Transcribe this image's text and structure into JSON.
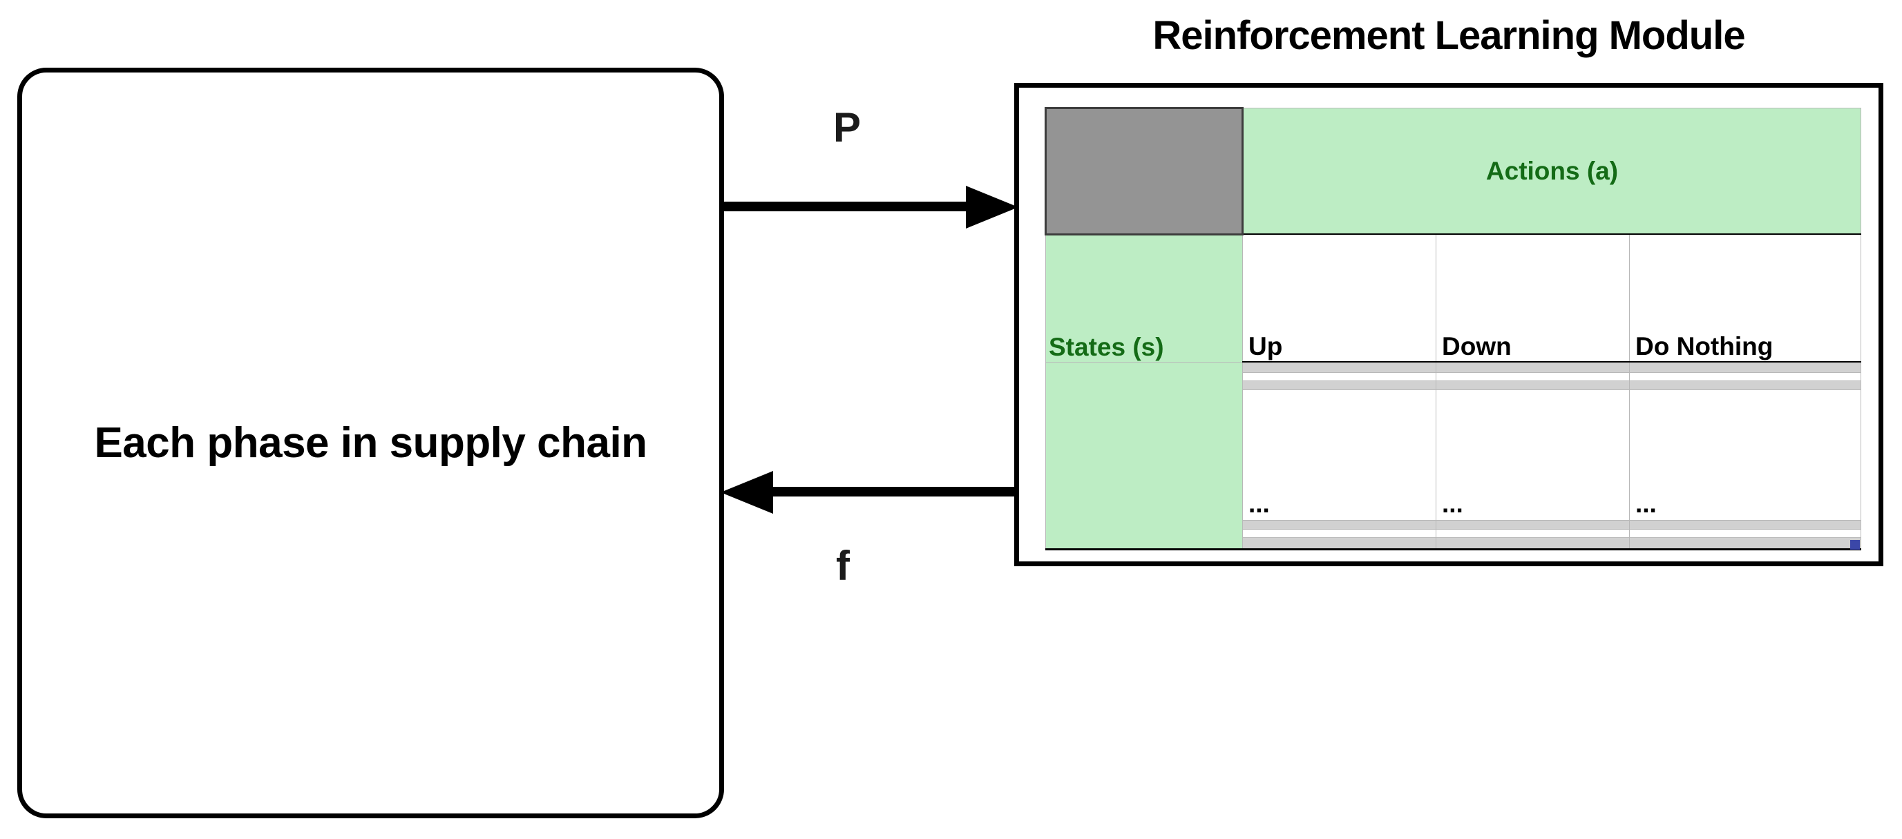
{
  "diagram": {
    "phase_box": {
      "label": "Each phase in supply chain"
    },
    "arrows": [
      {
        "name": "to-module",
        "label": "P",
        "direction": "right"
      },
      {
        "name": "from-module",
        "label": "f",
        "direction": "left"
      }
    ],
    "module": {
      "title": "Reinforcement Learning Module",
      "q_table": {
        "corner_label": "",
        "actions_group_header": "Actions (a)",
        "states_header": "States (s)",
        "action_columns": [
          "Up",
          "Down",
          "Do Nothing"
        ],
        "rows": [
          {
            "shade": "gray",
            "cells": [
              "",
              "",
              ""
            ]
          },
          {
            "shade": "white",
            "cells": [
              "",
              "",
              ""
            ]
          },
          {
            "shade": "gray",
            "cells": [
              "",
              "",
              ""
            ]
          },
          {
            "shade": "white",
            "cells": [
              "...",
              "...",
              "..."
            ]
          },
          {
            "shade": "gray",
            "cells": [
              "",
              "",
              ""
            ]
          },
          {
            "shade": "white",
            "cells": [
              "",
              "",
              ""
            ]
          },
          {
            "shade": "gray",
            "cells": [
              "",
              "",
              ""
            ]
          }
        ]
      }
    },
    "colors": {
      "green_fill": "#BDEDC4",
      "green_text": "#146B16",
      "gray_row": "#D1D1D1",
      "gray_corner": "#949494",
      "stroke": "#000000",
      "fill_handle": "#3B47A8"
    }
  }
}
